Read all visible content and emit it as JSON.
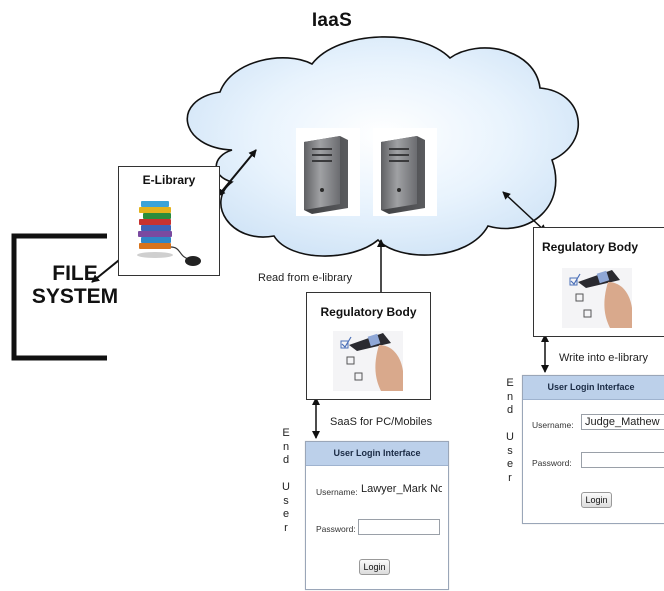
{
  "title": "IaaS",
  "file_system": {
    "line1": "FILE",
    "line2": "SYSTEM"
  },
  "elibrary": {
    "label": "E-Library"
  },
  "captions": {
    "read": "Read from e-library",
    "write": "Write into e-library",
    "saas": "SaaS for PC/Mobiles"
  },
  "regulatory_body_center": {
    "label": "Regulatory Body"
  },
  "regulatory_body_right": {
    "label": "Regulatory Body"
  },
  "end_user_letters": [
    "E",
    "n",
    "d",
    "",
    "U",
    "s",
    "e",
    "r"
  ],
  "login_center": {
    "header": "User Login Interface",
    "username_label": "Username:",
    "username_value": "Lawyer_Mark Noll",
    "password_label": "Password:",
    "password_value": "",
    "button": "Login"
  },
  "login_right": {
    "header": "User Login Interface",
    "username_label": "Username:",
    "username_value": "Judge_Mathew",
    "password_label": "Password:",
    "password_value": "",
    "button": "Login"
  },
  "colors": {
    "cloud_fill": "#dfeefb",
    "cloud_stroke": "#111111",
    "server_body": "#7d7d80",
    "login_header": "#bcd0ea"
  },
  "icons": {
    "server": "server-tower-icon",
    "books": "stacked-books-icon",
    "mouse": "computer-mouse-icon",
    "checklist": "pen-checklist-icon"
  }
}
